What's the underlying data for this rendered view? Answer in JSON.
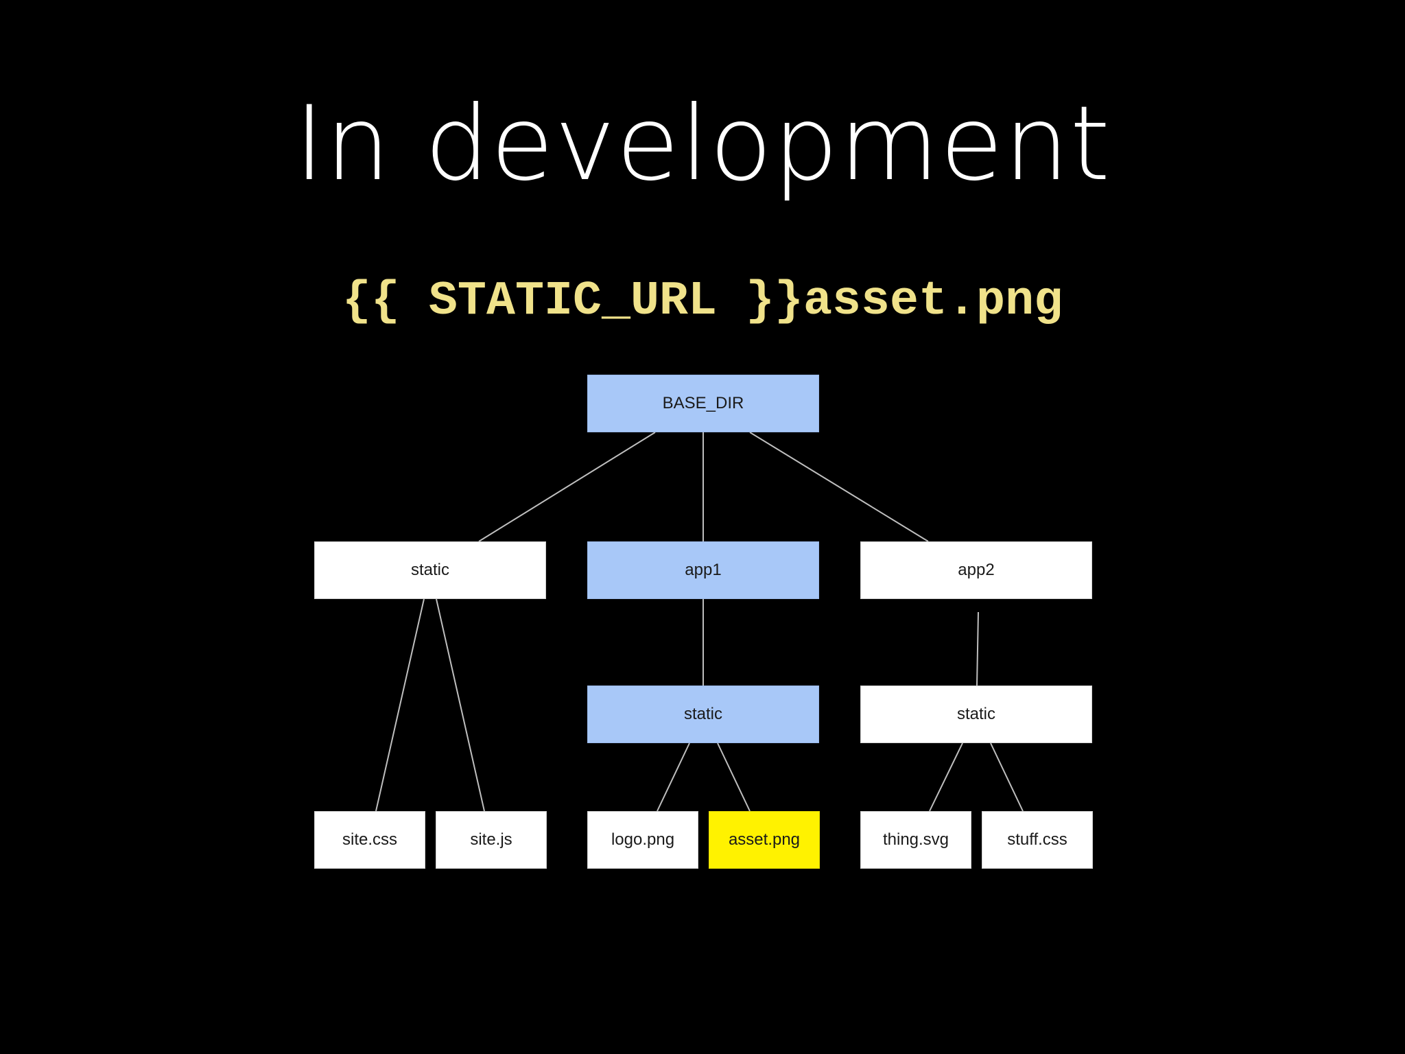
{
  "slide": {
    "title": "In development",
    "code": "{{ STATIC_URL }}asset.png"
  },
  "colors": {
    "background": "#000000",
    "title": "#ffffff",
    "code": "#f0e28a",
    "highlight_path": "#a8c8f8",
    "target": "#fff200",
    "plain_node": "#ffffff",
    "connector": "#bfbfbf"
  },
  "tree": {
    "root": {
      "label": "BASE_DIR",
      "style": "highlight"
    },
    "static": {
      "label": "static",
      "style": "plain",
      "children": [
        {
          "label": "site.css",
          "style": "plain"
        },
        {
          "label": "site.js",
          "style": "plain"
        }
      ]
    },
    "app1": {
      "label": "app1",
      "style": "highlight",
      "static": {
        "label": "static",
        "style": "highlight",
        "children": [
          {
            "label": "logo.png",
            "style": "plain"
          },
          {
            "label": "asset.png",
            "style": "target"
          }
        ]
      }
    },
    "app2": {
      "label": "app2",
      "style": "plain",
      "static": {
        "label": "static",
        "style": "plain",
        "children": [
          {
            "label": "thing.svg",
            "style": "plain"
          },
          {
            "label": "stuff.css",
            "style": "plain"
          }
        ]
      }
    }
  }
}
